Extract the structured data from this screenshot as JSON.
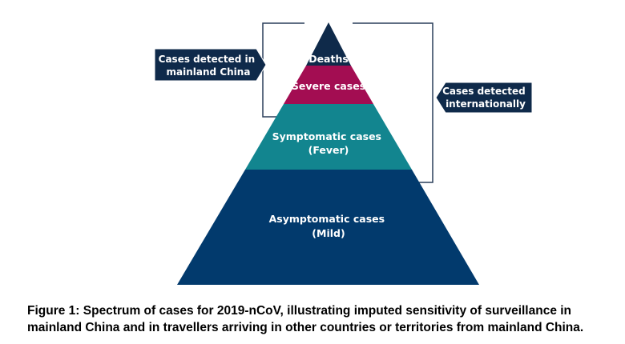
{
  "pyramid": {
    "tiers": [
      {
        "id": "deaths",
        "lines": [
          "Deaths"
        ],
        "color": "#0f2a4a"
      },
      {
        "id": "severe",
        "lines": [
          "Severe cases"
        ],
        "color": "#a30d52"
      },
      {
        "id": "symptomatic",
        "lines": [
          "Symptomatic cases",
          "(Fever)"
        ],
        "color": "#12858f"
      },
      {
        "id": "asymptomatic",
        "lines": [
          "Asymptomatic cases",
          "(Mild)"
        ],
        "color": "#023a6d"
      }
    ]
  },
  "callouts": {
    "mainland": {
      "lines": [
        "Cases detected in",
        "mainland China"
      ],
      "color": "#0f2a4a"
    },
    "international": {
      "lines": [
        "Cases detected",
        "internationally"
      ],
      "color": "#0f2a4a"
    }
  },
  "bracket_color": "#2a3f5a",
  "caption": "Figure 1: Spectrum of cases for 2019-nCoV, illustrating imputed sensitivity of surveillance in mainland China and in travellers arriving in other countries or territories from mainland China."
}
